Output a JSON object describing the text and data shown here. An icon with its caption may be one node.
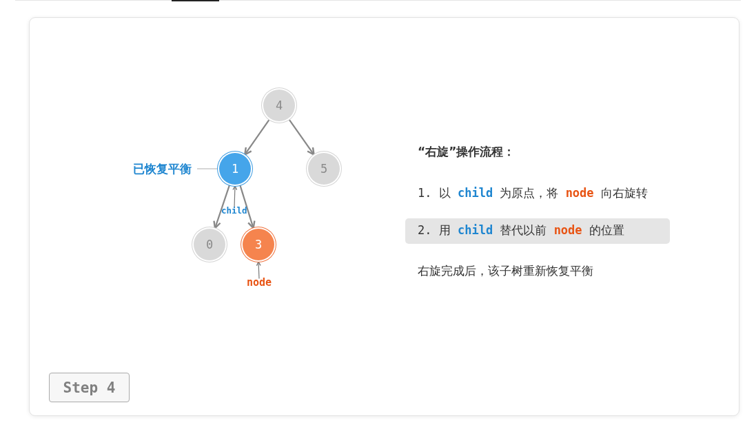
{
  "diagram": {
    "nodes": [
      {
        "text": [
          "4"
        ]
      },
      {
        "text": [
          "1"
        ]
      },
      {
        "text": [
          "5"
        ]
      },
      {
        "text": [
          "0"
        ]
      },
      {
        "text": [
          "3"
        ]
      },
      {
        "text": [
          "已恢复平衡"
        ]
      },
      {
        "text": [
          "child"
        ]
      },
      {
        "text": [
          "node"
        ]
      }
    ],
    "edges": [
      {
        "from": 0,
        "to": 1,
        "arrow": "to"
      },
      {
        "from": 0,
        "to": 2,
        "arrow": "to"
      },
      {
        "from": 1,
        "to": 3,
        "arrow": "to"
      },
      {
        "from": 1,
        "to": 4,
        "arrow": "to"
      },
      {
        "from": 5,
        "to": 1,
        "arrow": "none"
      },
      {
        "from": 6,
        "to": 1,
        "arrow": "to"
      },
      {
        "from": 7,
        "to": 4,
        "arrow": "to"
      }
    ],
    "labels": [
      "“右旋”操作流程：",
      "1. 以 **child** 为原点，将 **node** 向右旋转",
      "2. 用 **child** 替代以前 **node** 的位置",
      "右旋完成后，该子树重新恢复平衡",
      "Step 4"
    ]
  }
}
